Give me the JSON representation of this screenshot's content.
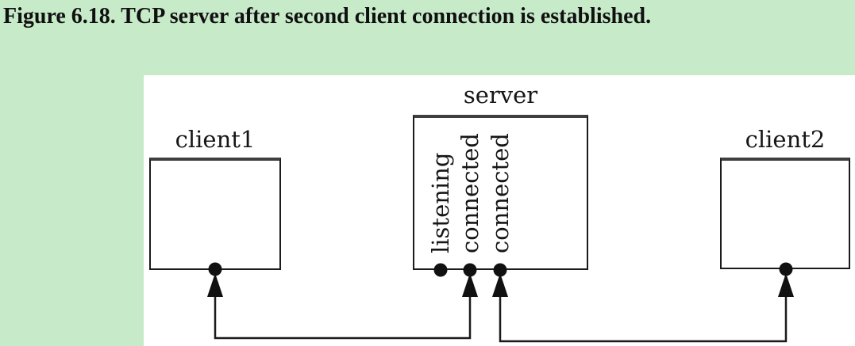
{
  "figure": {
    "title": "Figure 6.18. TCP server after second client connection is established."
  },
  "diagram": {
    "client1": {
      "label": "client1"
    },
    "server": {
      "label": "server",
      "sockets": [
        "listening",
        "connected",
        "connected"
      ]
    },
    "client2": {
      "label": "client2"
    },
    "connections": [
      {
        "from": "client1 socket",
        "to": "server connected socket 1",
        "style": "double-headed"
      },
      {
        "from": "server connected socket 2",
        "to": "client2 socket",
        "style": "double-headed"
      }
    ],
    "colors": {
      "page_background": "#c7eac9",
      "diagram_background": "#ffffff",
      "ink": "#1b1b1b"
    }
  }
}
